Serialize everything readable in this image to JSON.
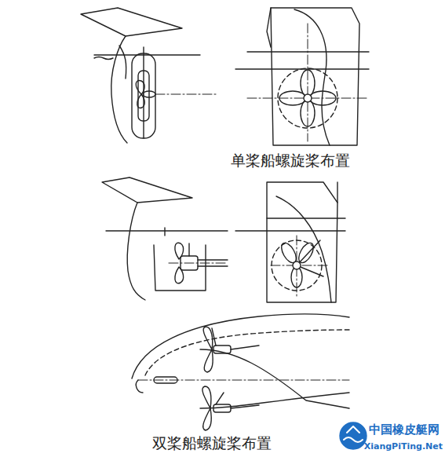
{
  "diagram": {
    "labels": [
      "单桨船螺旋桨布置",
      "双桨船螺旋桨布置",
      "中国橡皮艇网",
      "XiangPiTing.Net"
    ]
  }
}
